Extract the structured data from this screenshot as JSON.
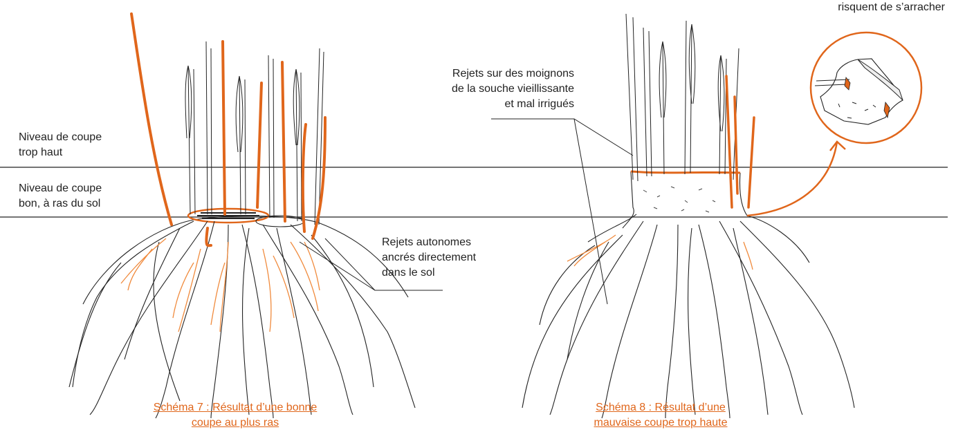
{
  "labels": {
    "cut_too_high": {
      "line1": "Niveau de coupe",
      "line2": "trop haut"
    },
    "cut_good": {
      "line1": "Niveau de coupe",
      "line2": "bon, à ras du sol"
    },
    "autonomous_shoots": {
      "line1": "Rejets autonomes",
      "line2": "ancrés directement",
      "line3": "dans le sol"
    },
    "stump_shoots": {
      "line1": "Rejets sur des moignons",
      "line2": "de la souche vieillissante",
      "line3": "et mal irrigués"
    },
    "tear_risk": {
      "line1": "risquent de s’arracher"
    }
  },
  "captions": {
    "schema7": {
      "line1": "Schéma 7 : Résultat d’une bonne ",
      "line2": "coupe au plus ras"
    },
    "schema8": {
      "line1": "Schéma 8 : Résultat d’une ",
      "line2": "mauvaise coupe trop haute"
    }
  },
  "colors": {
    "accent": "#e0661b",
    "ink": "#222222",
    "root_orange": "#f08a3c"
  }
}
